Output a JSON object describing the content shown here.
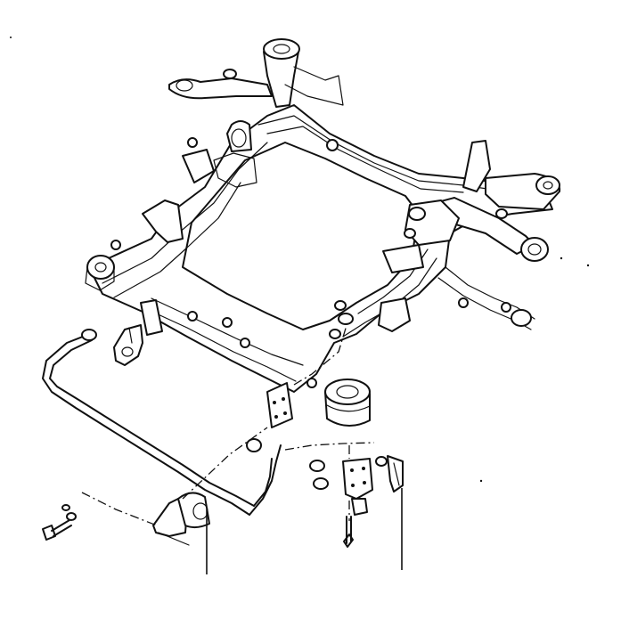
{
  "diagram": {
    "kind": "exploded-parts-illustration",
    "line_color": "#111111",
    "background": "#ffffff",
    "components": [
      "front-subframe",
      "stabilizer-bar",
      "stabilizer-bar-bracket",
      "stabilizer-bar-bushing",
      "stabilizer-link",
      "link-nut",
      "ball-joint",
      "bolt",
      "washer",
      "nut"
    ]
  }
}
